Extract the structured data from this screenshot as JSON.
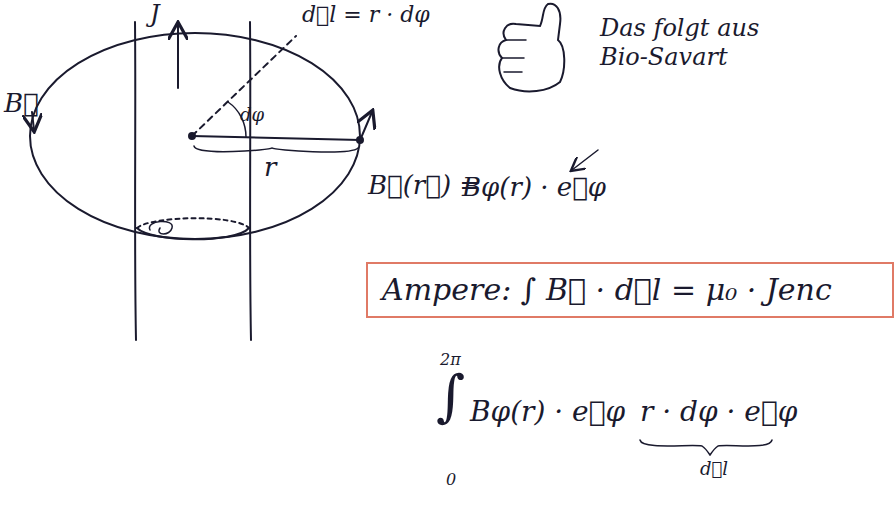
{
  "diagram": {
    "nodes": [
      {
        "text": [
          "Ampere:  ∫ B⃗ · d⃗l = μ₀ · Jenc"
        ]
      }
    ],
    "labels": [
      "J",
      "d⃗l = r · dφ",
      "dφ",
      "B⃗",
      "r",
      "B⃗(r⃗) =",
      "Bφ(r) · e⃗φ",
      "Das folgt aus Bio-Savart",
      "2π",
      "0",
      "∫",
      "Bφ(r) · e⃗φ",
      "r · dφ · e⃗φ",
      "d⃗l"
    ]
  }
}
